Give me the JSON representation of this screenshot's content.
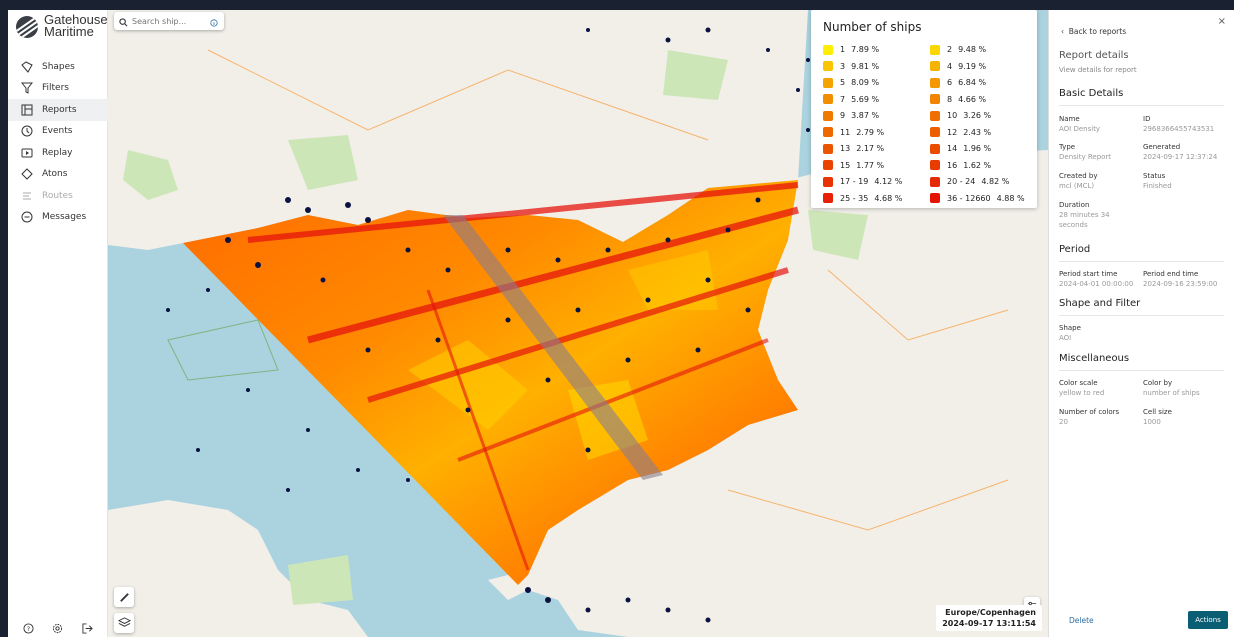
{
  "brand": {
    "line1": "Gatehouse",
    "line2": "Maritime"
  },
  "nav": {
    "items": [
      {
        "label": "Shapes",
        "icon": "shapes-icon"
      },
      {
        "label": "Filters",
        "icon": "filter-icon"
      },
      {
        "label": "Reports",
        "icon": "reports-icon"
      },
      {
        "label": "Events",
        "icon": "events-icon"
      },
      {
        "label": "Replay",
        "icon": "replay-icon"
      },
      {
        "label": "Atons",
        "icon": "aton-icon"
      },
      {
        "label": "Routes",
        "icon": "routes-icon"
      },
      {
        "label": "Messages",
        "icon": "messages-icon"
      }
    ],
    "active": "Reports",
    "bottom_icons": [
      "help-icon",
      "settings-icon",
      "logout-icon"
    ]
  },
  "search": {
    "placeholder": "Search ship..."
  },
  "legend": {
    "title": "Number of ships",
    "entries": [
      {
        "label": "1",
        "pct": "7.89 %",
        "color": "#ffee00"
      },
      {
        "label": "2",
        "pct": "9.48 %",
        "color": "#fcd600"
      },
      {
        "label": "3",
        "pct": "9.81 %",
        "color": "#f9c400"
      },
      {
        "label": "4",
        "pct": "9.19 %",
        "color": "#f6b300"
      },
      {
        "label": "5",
        "pct": "8.09 %",
        "color": "#f4a300"
      },
      {
        "label": "6",
        "pct": "6.84 %",
        "color": "#f39800"
      },
      {
        "label": "7",
        "pct": "5.69 %",
        "color": "#f28d00"
      },
      {
        "label": "8",
        "pct": "4.66 %",
        "color": "#f18400"
      },
      {
        "label": "9",
        "pct": "3.87 %",
        "color": "#f07a00"
      },
      {
        "label": "10",
        "pct": "3.26 %",
        "color": "#ef7000"
      },
      {
        "label": "11",
        "pct": "2.79 %",
        "color": "#ee6700"
      },
      {
        "label": "12",
        "pct": "2.43 %",
        "color": "#ed5e00"
      },
      {
        "label": "13",
        "pct": "2.17 %",
        "color": "#ec5500"
      },
      {
        "label": "14",
        "pct": "1.96 %",
        "color": "#eb4c00"
      },
      {
        "label": "15",
        "pct": "1.77 %",
        "color": "#ea4300"
      },
      {
        "label": "16",
        "pct": "1.62 %",
        "color": "#e93a00"
      },
      {
        "label": "17 - 19",
        "pct": "4.12 %",
        "color": "#e83200"
      },
      {
        "label": "20 - 24",
        "pct": "4.82 %",
        "color": "#e72900"
      },
      {
        "label": "25 - 35",
        "pct": "4.68 %",
        "color": "#e62000"
      },
      {
        "label": "36 - 12660",
        "pct": "4.88 %",
        "color": "#e51400"
      }
    ]
  },
  "map": {
    "timezone": "Europe/Copenhagen",
    "timestamp": "2024-09-17 13:11:54"
  },
  "panel": {
    "back": "Back to reports",
    "title": "Report details",
    "subtitle": "View details for report",
    "basic": {
      "heading": "Basic Details",
      "name_k": "Name",
      "name_v": "AOI Density",
      "id_k": "ID",
      "id_v": "2968366455743531",
      "type_k": "Type",
      "type_v": "Density Report",
      "gen_k": "Generated",
      "gen_v": "2024-09-17 12:37:24",
      "created_k": "Created by",
      "created_v": "mcl (MCL)",
      "status_k": "Status",
      "status_v": "Finished",
      "dur_k": "Duration",
      "dur_v1": "28 minutes 34",
      "dur_v2": "seconds"
    },
    "period": {
      "heading": "Period",
      "start_k": "Period start time",
      "start_v": "2024-04-01 00:00:00",
      "end_k": "Period end time",
      "end_v": "2024-09-16 23:59:00"
    },
    "shape": {
      "heading": "Shape and Filter",
      "shape_k": "Shape",
      "shape_v": "AOI"
    },
    "misc": {
      "heading": "Miscellaneous",
      "scale_k": "Color scale",
      "scale_v": "yellow to red",
      "colorby_k": "Color by",
      "colorby_v": "number of ships",
      "ncolors_k": "Number of colors",
      "ncolors_v": "20",
      "cell_k": "Cell size",
      "cell_v": "1000"
    },
    "delete": "Delete",
    "actions": "Actions"
  },
  "colors": {
    "accent": "#0b5d73",
    "sea": "#aad3df",
    "land": "#f2efe9"
  }
}
